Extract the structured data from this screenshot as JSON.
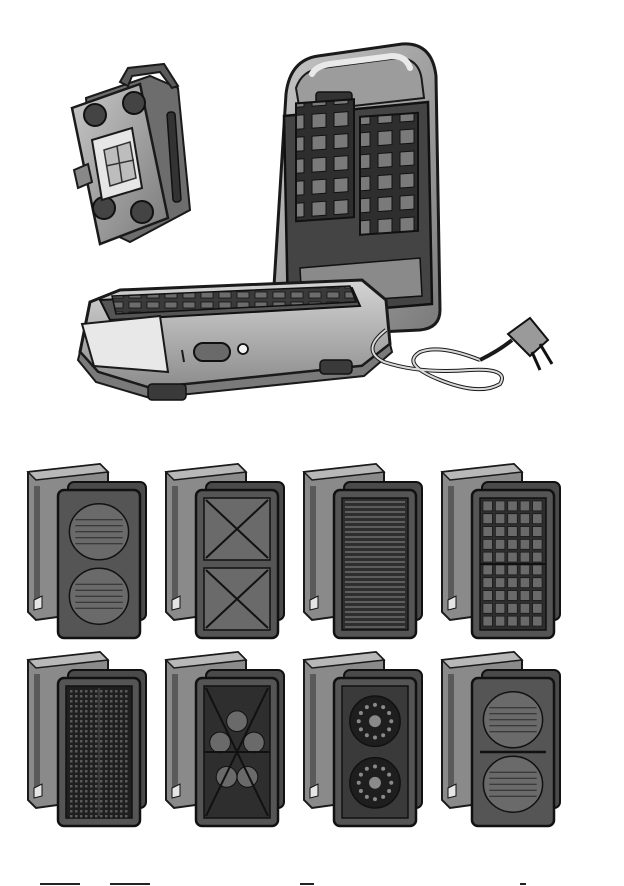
{
  "appliance": {
    "icons": [
      "waffle-maker-icon",
      "power-switch-icon",
      "indicator-light-icon",
      "power-cord-icon",
      "plug-icon",
      "plate-storage-icon"
    ],
    "colors": {
      "outline": "#1a1a1a",
      "body_light": "#c9c9c9",
      "body_mid": "#9a9a9a",
      "body_dark": "#5e5e5e",
      "plate_dark": "#2e2e2e",
      "plate_cell": "#6a6a6a"
    }
  },
  "plate_sets": [
    {
      "pattern": "oval-sandwich"
    },
    {
      "pattern": "triangle-sandwich"
    },
    {
      "pattern": "grill"
    },
    {
      "pattern": "square-waffle"
    },
    {
      "pattern": "thin-waffle"
    },
    {
      "pattern": "heart-waffle"
    },
    {
      "pattern": "round-waffle"
    },
    {
      "pattern": "panini-oval"
    }
  ]
}
